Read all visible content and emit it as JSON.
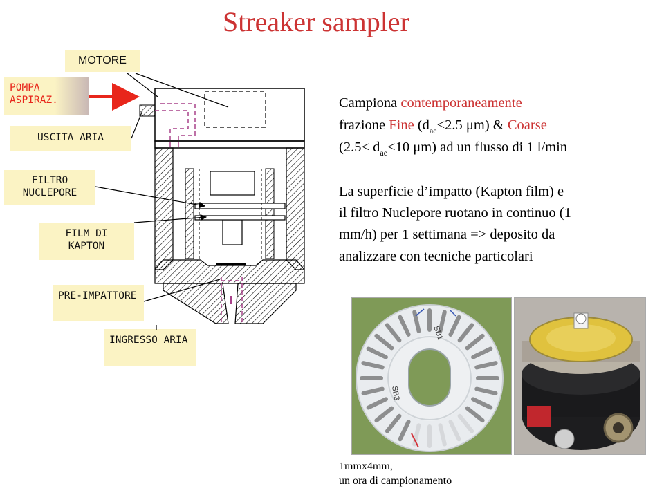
{
  "title": "Streaker sampler",
  "labels": {
    "motore": "MOTORE",
    "pompa": "POMPA ASPIRAZ.",
    "uscita": "USCITA ARIA",
    "filtro": "FILTRO NUCLEPORE",
    "film": "FILM DI KAPTON",
    "pre": "PRE-IMPATTORE",
    "ingresso": "INGRESSO ARIA"
  },
  "para1": {
    "l1_a": "Campiona ",
    "l1_b": "contemporaneamente",
    "l2_a": "frazione ",
    "l2_b": "Fine",
    "l2_c": " (d",
    "l2_sub": "ae",
    "l2_d": "<2.5 μm) & ",
    "l2_e": "Coarse",
    "l3_a": "(2.5< d",
    "l3_sub": "ae",
    "l3_b": "<10 μm) ad un flusso di 1 l/min"
  },
  "para2": {
    "l1": "La superficie d’impatto (Kapton film) e",
    "l2": "il filtro Nuclepore ruotano in continuo (1",
    "l3": "mm/h) per 1 settimana => deposito da",
    "l4": "analizzare con tecniche particolari"
  },
  "photo_disc_labels": [
    "SB1",
    "SB3"
  ],
  "caption": {
    "l1": "1mmx4mm,",
    "l2": "un ora di campionamento"
  },
  "colors": {
    "title": "#cc3333",
    "label_bg": "#fbf3c4",
    "accent": "#cc3333"
  }
}
